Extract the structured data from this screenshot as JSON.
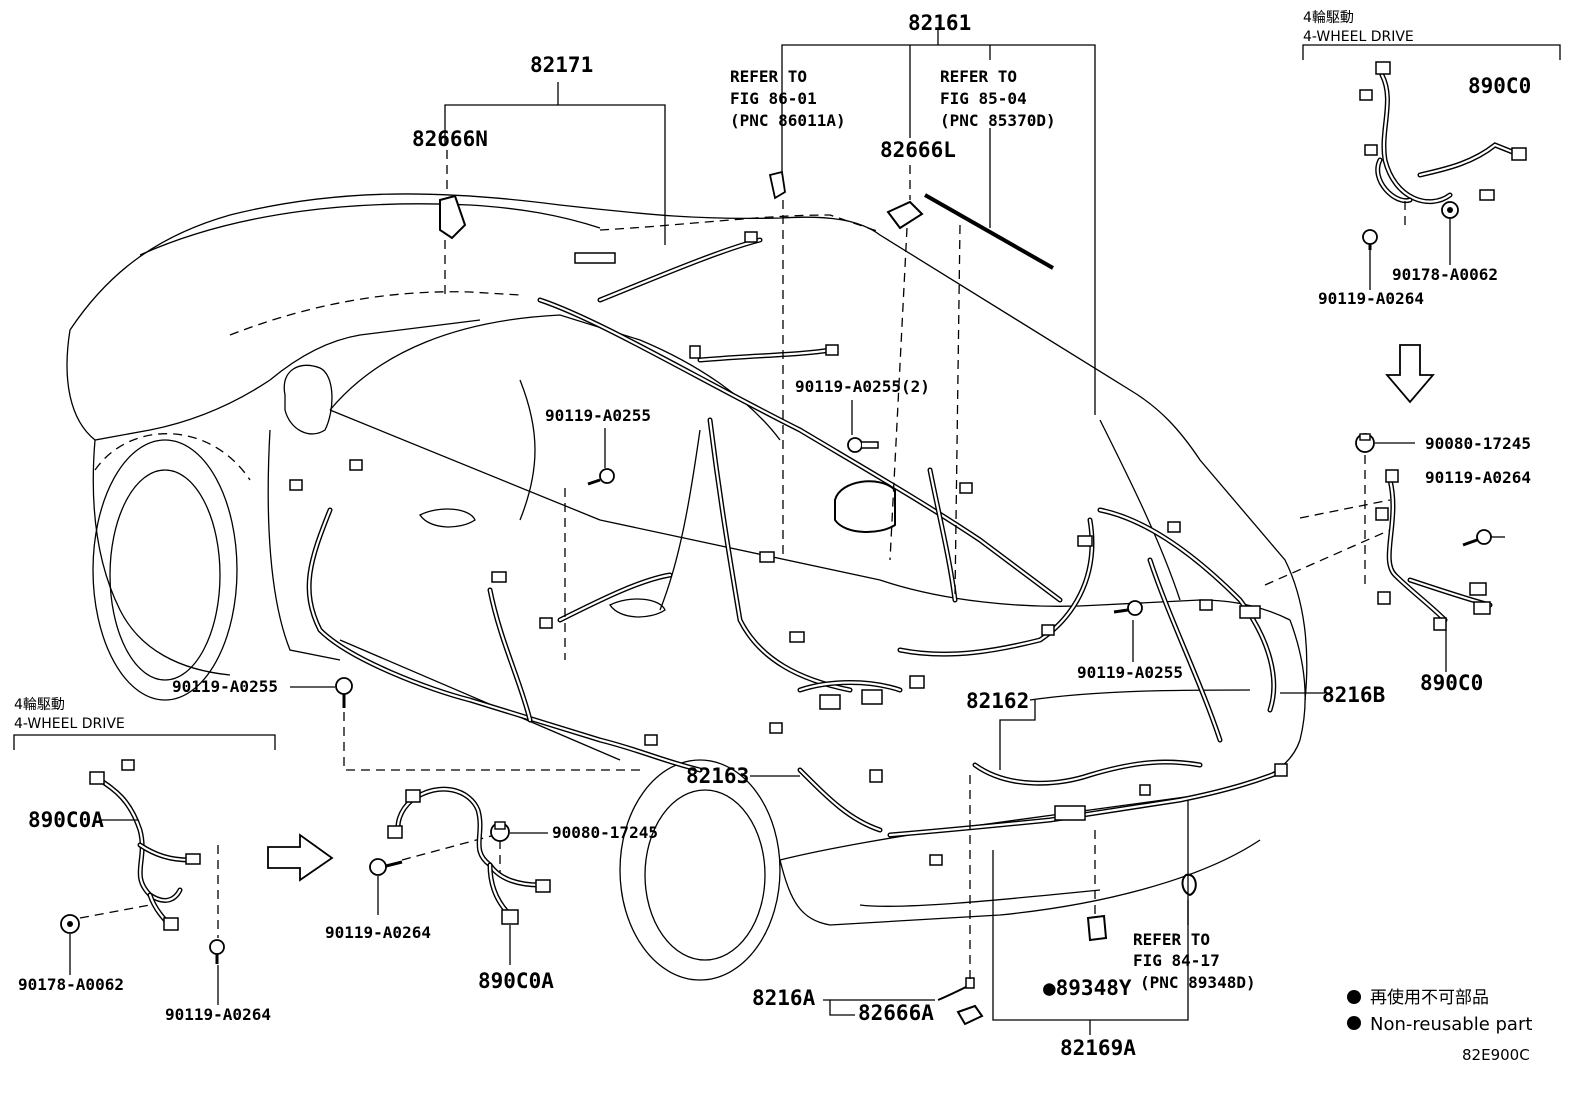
{
  "parts": {
    "p82171": "82171",
    "p82666N": "82666N",
    "p82161": "82161",
    "refer1": [
      "REFER TO",
      "FIG 86-01",
      "(PNC 86011A)"
    ],
    "refer2": [
      "REFER TO",
      "FIG 85-04",
      "(PNC 85370D)"
    ],
    "p82666L": "82666L",
    "p90119_A0255_2": "90119-A0255(2)",
    "p90119_A0255_a": "90119-A0255",
    "p90119_A0255_b": "90119-A0255",
    "p90119_A0255_c": "90119-A0255",
    "p82162": "82162",
    "p8216B": "8216B",
    "p82163": "82163",
    "p90080_17245_a": "90080-17245",
    "p90119_A0264_a": "90119-A0264",
    "p890C0A_b": "890C0A",
    "p8216A": "8216A",
    "p82666A": "82666A",
    "p89348Y": "●89348Y",
    "refer3": [
      "REFER TO",
      "FIG 84-17",
      "(PNC 89348D)"
    ],
    "p82169A": "82169A"
  },
  "inset_top_right": {
    "title_jp": "4輪駆動",
    "title_en": "4-WHEEL DRIVE",
    "p890C0": "890C0",
    "p90178_A0062": "90178-A0062",
    "p90119_A0264": "90119-A0264",
    "p90080_17245": "90080-17245",
    "p90119_A0264_b": "90119-A0264",
    "p890C0_b": "890C0"
  },
  "inset_bottom_left": {
    "title_jp": "4輪駆動",
    "title_en": "4-WHEEL DRIVE",
    "p890C0A": "890C0A",
    "p90178_A0062": "90178-A0062",
    "p90119_A0264": "90119-A0264"
  },
  "legend": {
    "jp": "再使用不可部品",
    "en": "Non-reusable part"
  },
  "diagram_code": "82E900C"
}
